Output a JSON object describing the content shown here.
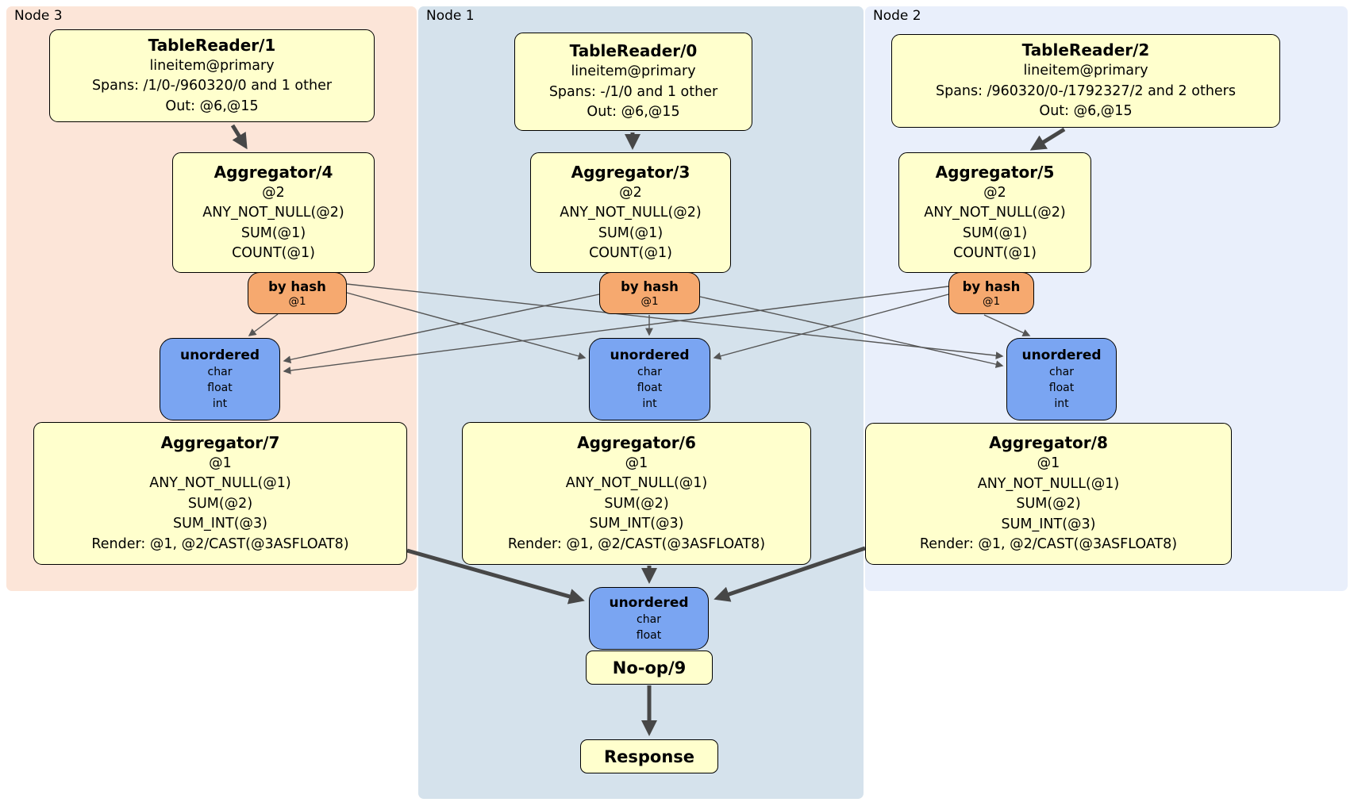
{
  "node_groups": [
    {
      "label": "Node 3",
      "table_reader": {
        "title": "TableReader/1",
        "lines": [
          "lineitem@primary",
          "Spans: /1/0-/960320/0 and 1 other",
          "Out: @6,@15"
        ]
      },
      "pre_aggregator": {
        "title": "Aggregator/4",
        "lines": [
          "@2",
          "ANY_NOT_NULL(@2)",
          "SUM(@1)",
          "COUNT(@1)"
        ]
      },
      "hash_router": {
        "title": "by hash",
        "detail": "@1"
      },
      "sync": {
        "title": "unordered",
        "lines": [
          "char",
          "float",
          "int"
        ]
      },
      "final_aggregator": {
        "title": "Aggregator/7",
        "lines": [
          "@1",
          "ANY_NOT_NULL(@1)",
          "SUM(@2)",
          "SUM_INT(@3)",
          "Render: @1, @2/CAST(@3ASFLOAT8)"
        ]
      }
    },
    {
      "label": "Node 1",
      "table_reader": {
        "title": "TableReader/0",
        "lines": [
          "lineitem@primary",
          "Spans: -/1/0 and 1 other",
          "Out: @6,@15"
        ]
      },
      "pre_aggregator": {
        "title": "Aggregator/3",
        "lines": [
          "@2",
          "ANY_NOT_NULL(@2)",
          "SUM(@1)",
          "COUNT(@1)"
        ]
      },
      "hash_router": {
        "title": "by hash",
        "detail": "@1"
      },
      "sync": {
        "title": "unordered",
        "lines": [
          "char",
          "float",
          "int"
        ]
      },
      "final_aggregator": {
        "title": "Aggregator/6",
        "lines": [
          "@1",
          "ANY_NOT_NULL(@1)",
          "SUM(@2)",
          "SUM_INT(@3)",
          "Render: @1, @2/CAST(@3ASFLOAT8)"
        ]
      }
    },
    {
      "label": "Node 2",
      "table_reader": {
        "title": "TableReader/2",
        "lines": [
          "lineitem@primary",
          "Spans: /960320/0-/1792327/2 and 2 others",
          "Out: @6,@15"
        ]
      },
      "pre_aggregator": {
        "title": "Aggregator/5",
        "lines": [
          "@2",
          "ANY_NOT_NULL(@2)",
          "SUM(@1)",
          "COUNT(@1)"
        ]
      },
      "hash_router": {
        "title": "by hash",
        "detail": "@1"
      },
      "sync": {
        "title": "unordered",
        "lines": [
          "char",
          "float",
          "int"
        ]
      },
      "final_aggregator": {
        "title": "Aggregator/8",
        "lines": [
          "@1",
          "ANY_NOT_NULL(@1)",
          "SUM(@2)",
          "SUM_INT(@3)",
          "Render: @1, @2/CAST(@3ASFLOAT8)"
        ]
      }
    }
  ],
  "output_chain": {
    "sync": {
      "title": "unordered",
      "lines": [
        "char",
        "float"
      ]
    },
    "noop": {
      "title": "No-op/9"
    },
    "response": {
      "title": "Response"
    }
  },
  "colors": {
    "node3_band": "#fce5d8",
    "node1_band": "#d5e2ec",
    "node2_band": "#e9effb",
    "processor_box": "#ffffcd",
    "hash_router": "#f6a96f",
    "sync_box": "#7aa5f2",
    "thin_edge": "#555555",
    "thick_edge": "#474747"
  }
}
